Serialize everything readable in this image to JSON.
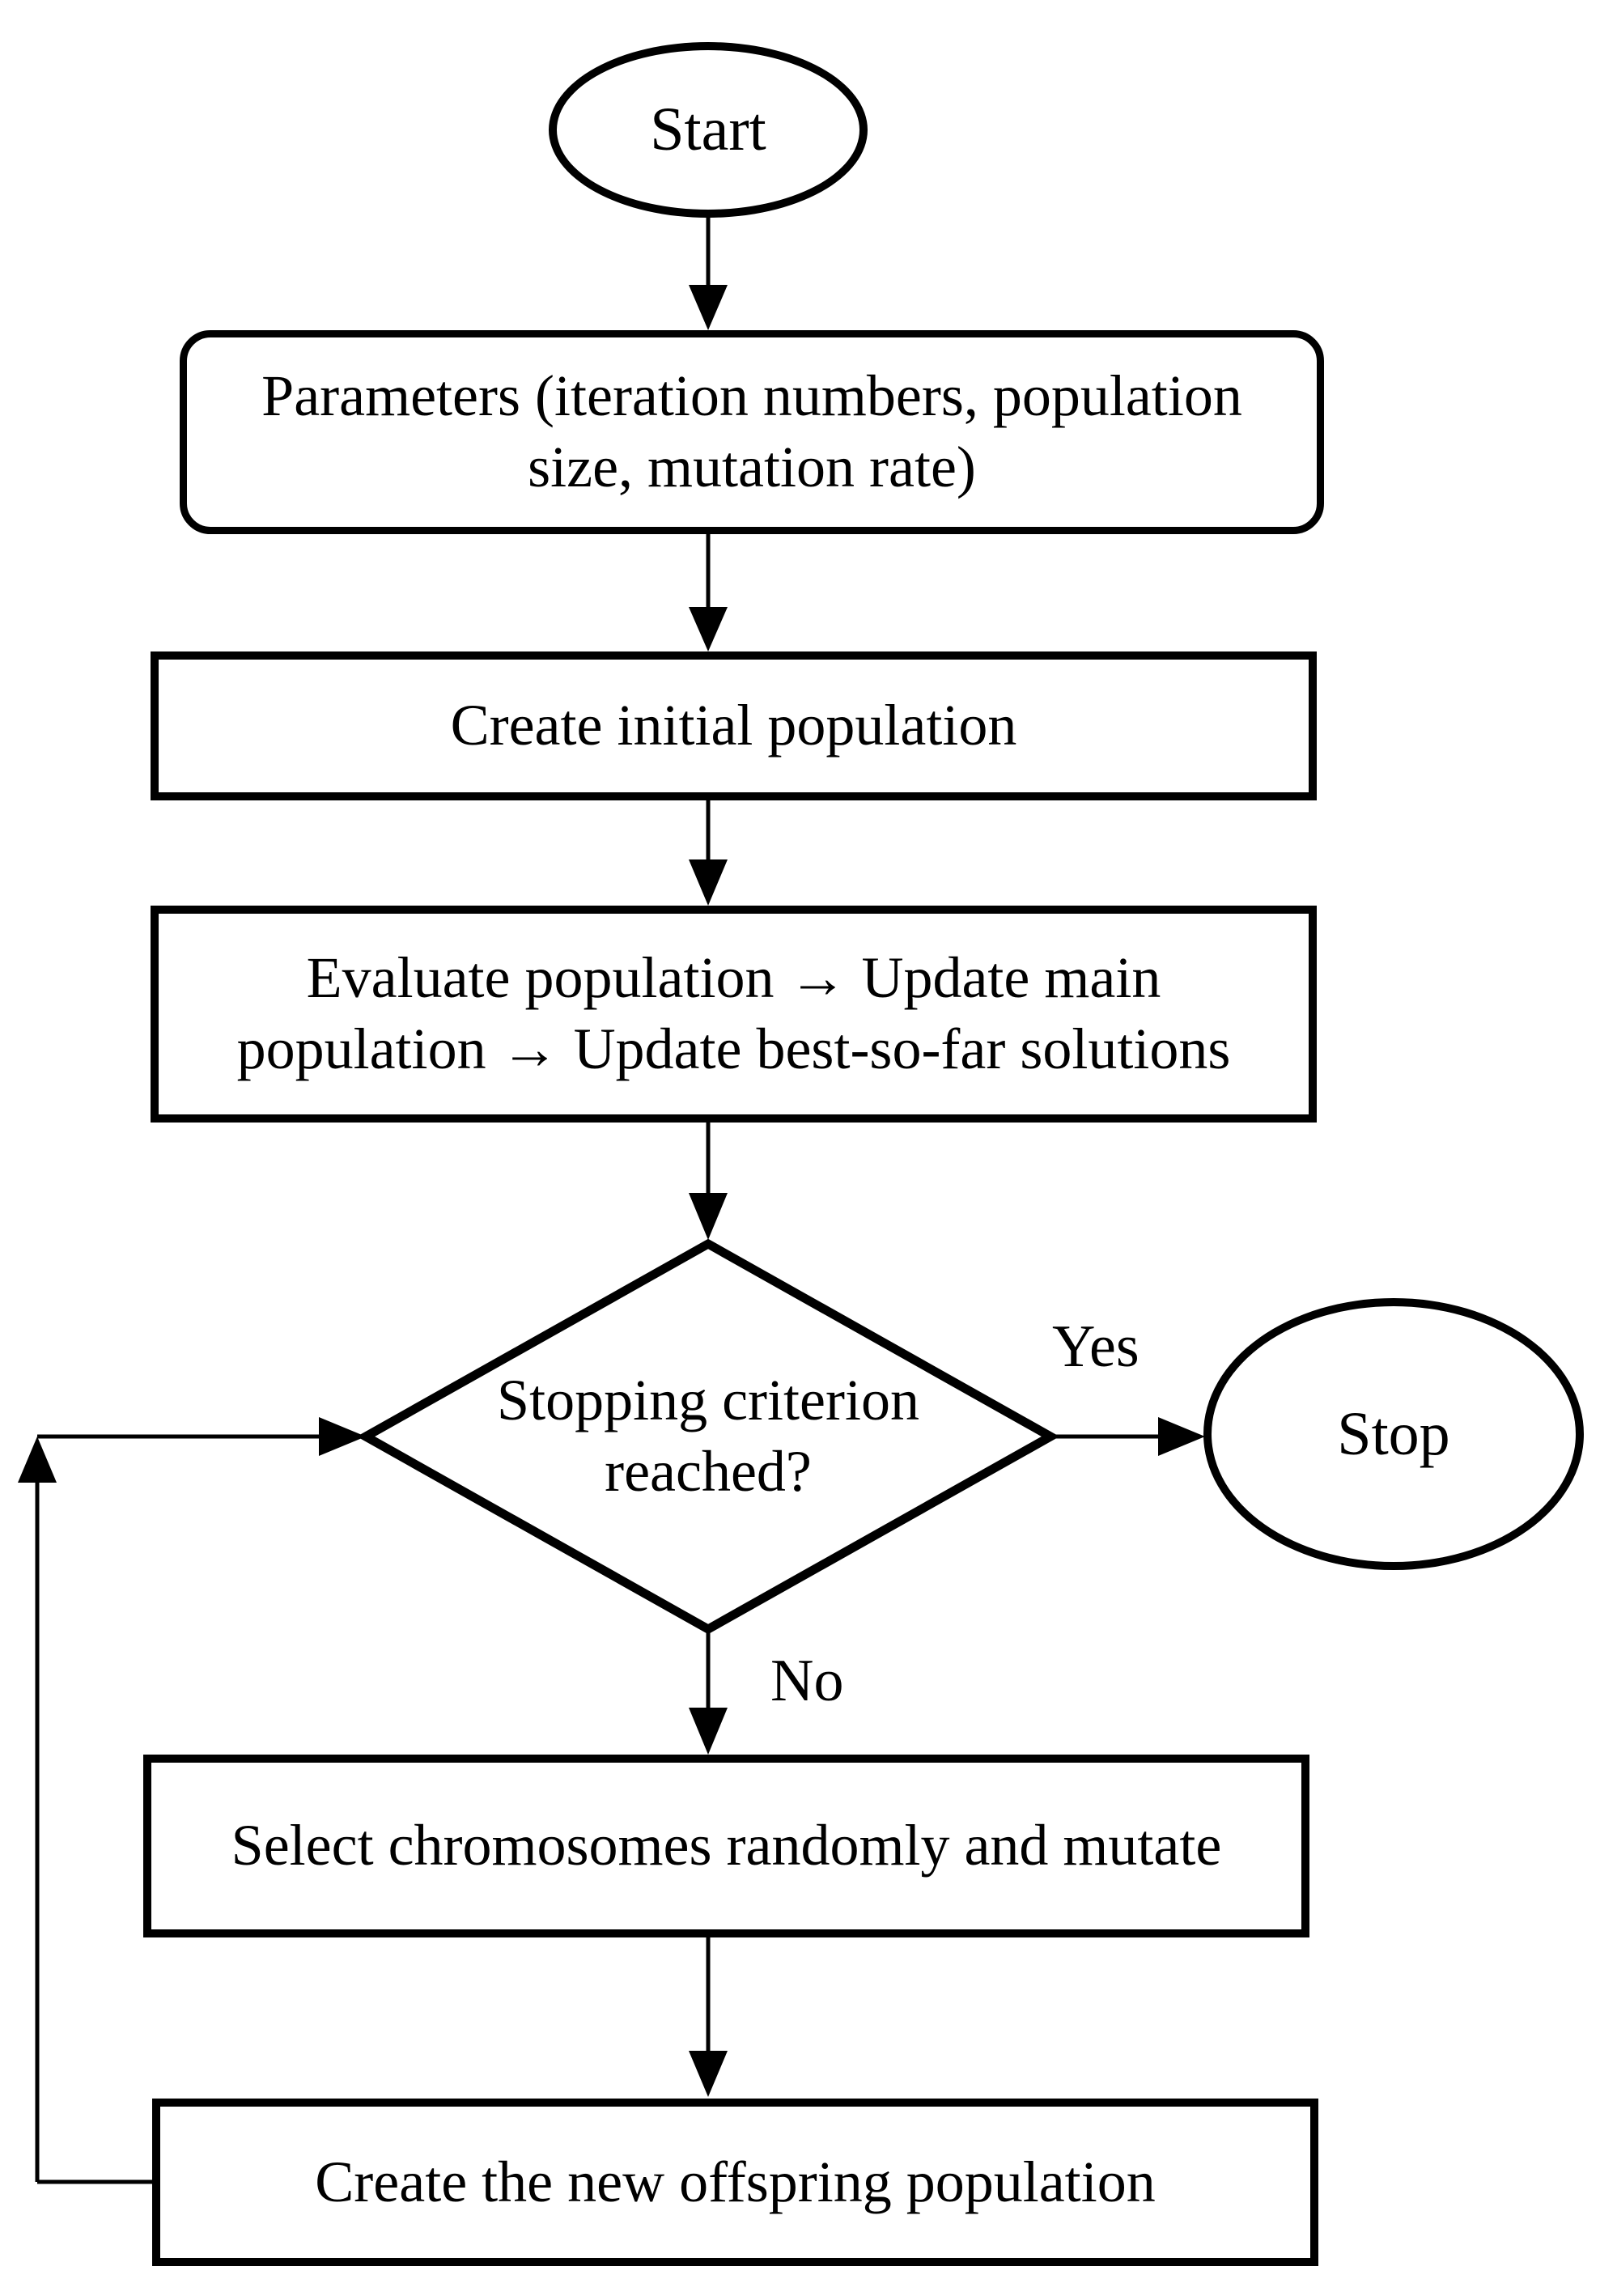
{
  "diagram": {
    "type": "flowchart",
    "colors": {
      "stroke": "#000000",
      "fill": "#ffffff",
      "text": "#000000"
    },
    "nodes": {
      "start": {
        "label": "Start",
        "shape": "ellipse"
      },
      "parameters": {
        "shape": "rounded-rectangle",
        "lines": [
          "Parameters (iteration numbers, population",
          "size, mutation rate)"
        ]
      },
      "create_initial": {
        "shape": "rectangle",
        "label": "Create initial population"
      },
      "evaluate": {
        "shape": "rectangle",
        "lines": [
          "Evaluate population → Update main",
          "population → Update best-so-far solutions"
        ]
      },
      "decision": {
        "shape": "diamond",
        "lines": [
          "Stopping criterion",
          "reached?"
        ]
      },
      "stop": {
        "label": "Stop",
        "shape": "ellipse"
      },
      "select_mutate": {
        "shape": "rectangle",
        "label": "Select chromosomes randomly and mutate"
      },
      "offspring": {
        "shape": "rectangle",
        "label": "Create the new offspring population"
      }
    },
    "edges": {
      "yes_label": "Yes",
      "no_label": "No",
      "flow": [
        "start -> parameters",
        "parameters -> create_initial",
        "create_initial -> evaluate",
        "evaluate -> decision",
        "decision -Yes-> stop",
        "decision -No-> select_mutate",
        "select_mutate -> offspring",
        "offspring -> decision (loop back)"
      ]
    }
  }
}
